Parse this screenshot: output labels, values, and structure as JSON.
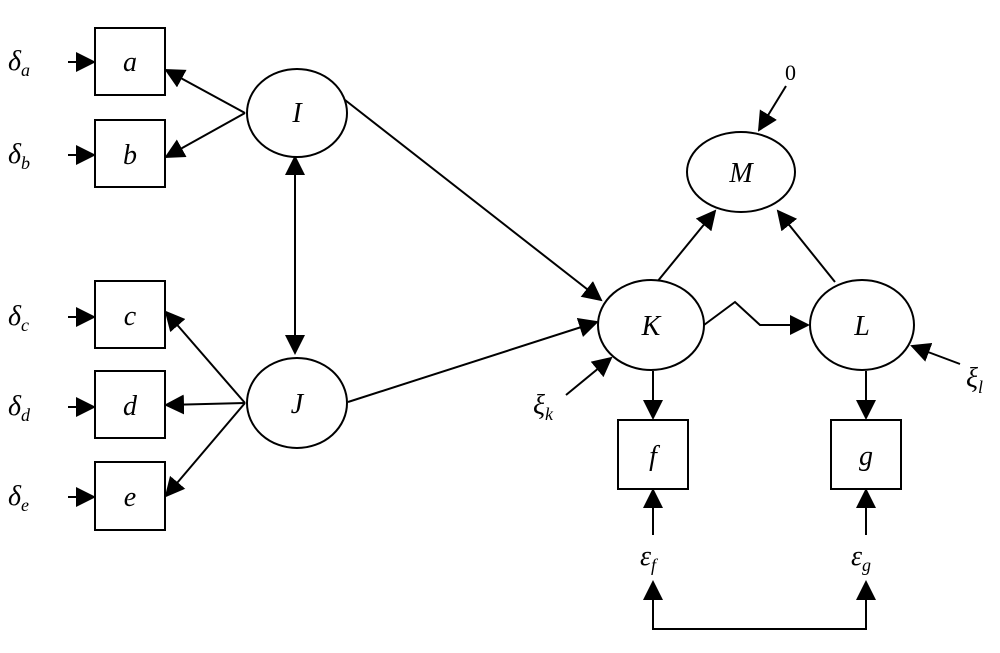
{
  "diagram": {
    "observed": {
      "a": "a",
      "b": "b",
      "c": "c",
      "d": "d",
      "e": "e",
      "f": "f",
      "g": "g"
    },
    "latent": {
      "I": "I",
      "J": "J",
      "K": "K",
      "L": "L",
      "M": "M"
    },
    "errors": {
      "delta_a": {
        "base": "δ",
        "sub": "a"
      },
      "delta_b": {
        "base": "δ",
        "sub": "b"
      },
      "delta_c": {
        "base": "δ",
        "sub": "c"
      },
      "delta_d": {
        "base": "δ",
        "sub": "d"
      },
      "delta_e": {
        "base": "δ",
        "sub": "e"
      },
      "xi_k": {
        "base": "ξ",
        "sub": "k"
      },
      "xi_l": {
        "base": "ξ",
        "sub": "l"
      },
      "eps_f": {
        "base": "ε",
        "sub": "f"
      },
      "eps_g": {
        "base": "ε",
        "sub": "g"
      },
      "zero": "0"
    }
  }
}
